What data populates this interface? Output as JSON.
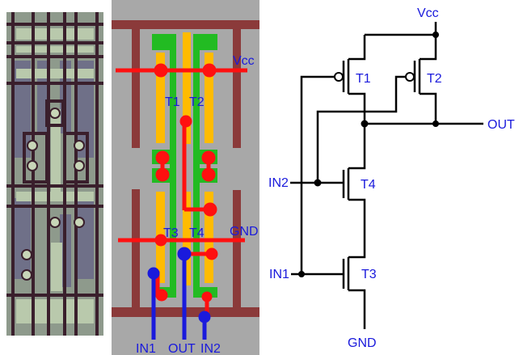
{
  "colors": {
    "label": "#1a1adc",
    "wire": "#000000",
    "layout_bg": "#a8a8a8",
    "metal_red": "#ff1010",
    "metal_blue": "#1a1adc",
    "poly_green": "#22bb22",
    "diffusion_orange": "#ffbb00",
    "well_brown": "#8b3a3a"
  },
  "die_photo": {
    "description": "die-photo"
  },
  "layout": {
    "labels": {
      "vcc": "Vcc",
      "gnd": "GND",
      "t1": "T1",
      "t2": "T2",
      "t3": "T3",
      "t4": "T4",
      "in1": "IN1",
      "out": "OUT",
      "in2": "IN2"
    }
  },
  "schematic": {
    "labels": {
      "vcc": "Vcc",
      "out": "OUT",
      "in2": "IN2",
      "in1": "IN1",
      "gnd": "GND",
      "t1": "T1",
      "t2": "T2",
      "t3": "T3",
      "t4": "T4"
    }
  }
}
